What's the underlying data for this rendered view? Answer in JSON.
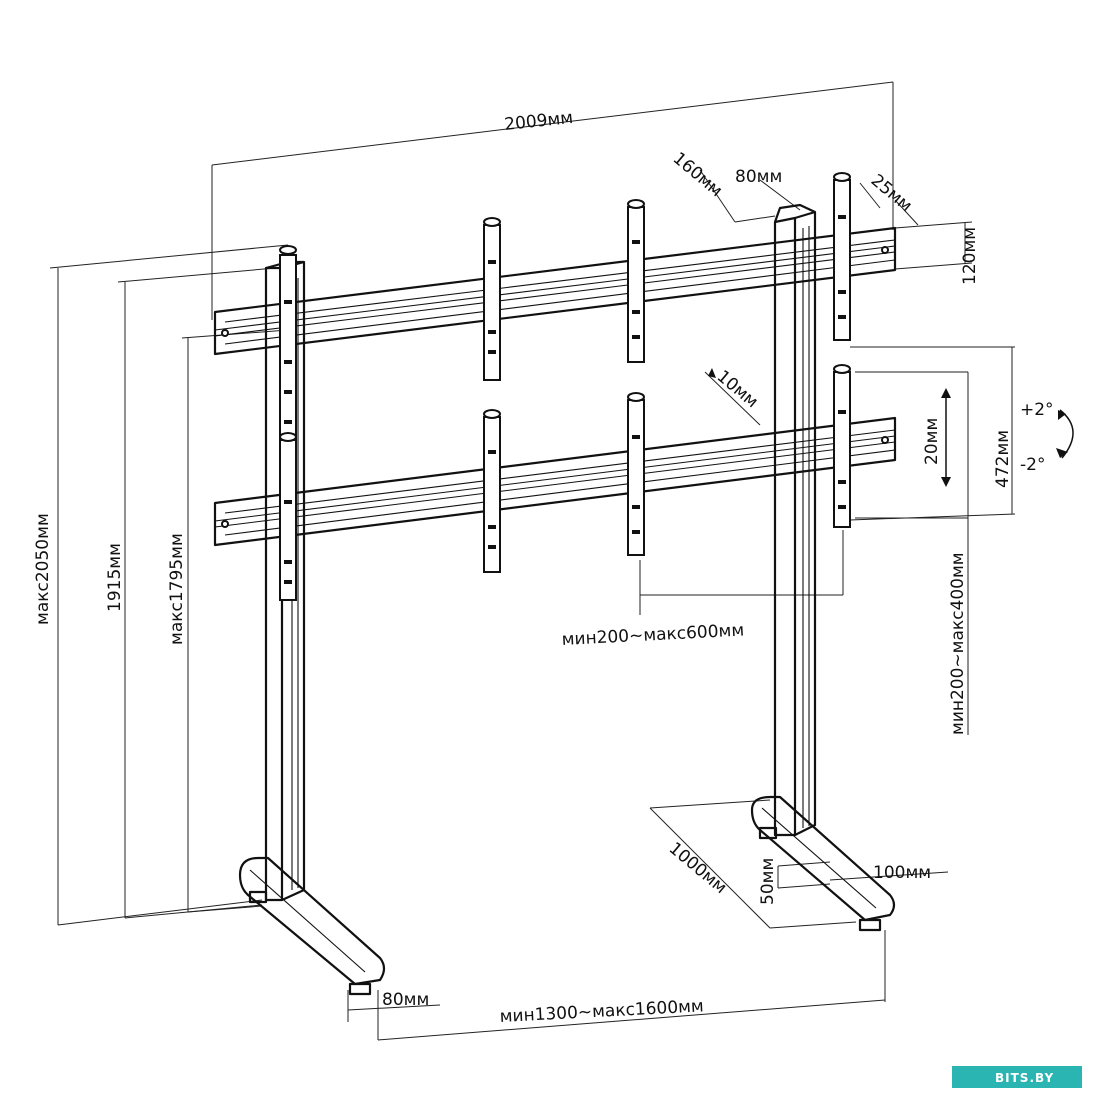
{
  "labels": {
    "overall_width": "2009мм",
    "column_offset": "160мм",
    "plate_width": "80мм",
    "top_offset": "25мм",
    "beam_height": "120мм",
    "tilt_plus": "+2°",
    "tilt_minus": "-2°",
    "bracket_length": "472мм",
    "adjust_range": "20мм",
    "depth_offset": "10мм",
    "horizontal_spacing": "мин200~макс600мм",
    "vertical_spacing": "мин200~макс400мм",
    "max_height": "макс2050мм",
    "height_1915": "1915мм",
    "max_height_1795": "макс1795мм",
    "foot_length": "1000мм",
    "foot_width": "100мм",
    "foot_height": "50мм",
    "foot_thickness": "80мм",
    "base_spacing": "мин1300~макс1600мм"
  },
  "watermark": "BITS.BY",
  "colors": {
    "line": "#111111",
    "badge": "#2ab5b3"
  }
}
